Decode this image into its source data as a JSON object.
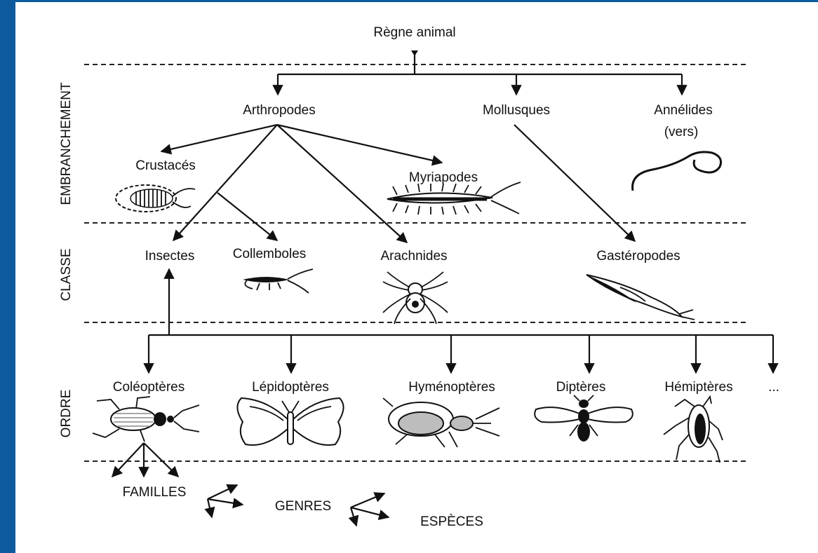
{
  "colors": {
    "accent_bar": "#0d5a9e",
    "line": "#111111",
    "fill_gray": "#bdbdbd"
  },
  "root": "Règne animal",
  "ranks": {
    "embranchement": "EMBRANCHEMENT",
    "classe": "CLASSE",
    "ordre": "ORDRE"
  },
  "embranchements": {
    "arthropodes": "Arthropodes",
    "mollusques": "Mollusques",
    "annelides": "Annélides",
    "annelides_note": "(vers)"
  },
  "groups": {
    "crustaces": "Crustacés",
    "myriapodes": "Myriapodes"
  },
  "classes": {
    "insectes": "Insectes",
    "collemboles": "Collemboles",
    "arachnides": "Arachnides",
    "gasteropodes": "Gastéropodes"
  },
  "ordres": {
    "coleopteres": "Coléoptères",
    "lepidopteres": "Lépidoptères",
    "hymenopteres": "Hyménoptères",
    "dipteres": "Diptères",
    "hemipteres": "Hémiptères",
    "etc": "..."
  },
  "lower": {
    "familles": "FAMILLES",
    "genres": "GENRES",
    "especes": "ESPÈCES"
  },
  "icons": [
    "crustacean-icon",
    "worm-icon",
    "myriapod-icon",
    "springtail-icon",
    "spider-icon",
    "snail-icon",
    "beetle-icon",
    "butterfly-icon",
    "wasp-icon",
    "fly-icon",
    "bug-icon"
  ]
}
